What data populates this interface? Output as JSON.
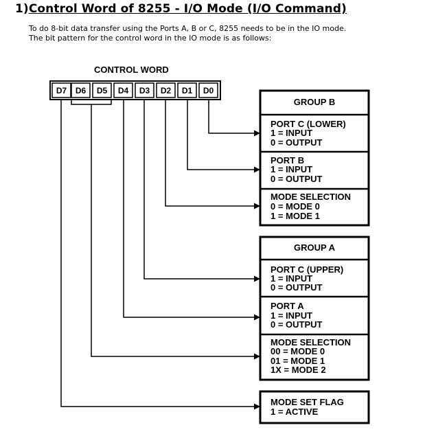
{
  "heading": {
    "number": "1)",
    "title": "Control Word of 8255 - I/O Mode (I/O Command)"
  },
  "intro": {
    "line1": "To do 8-bit data transfer using the Ports A, B or C, 8255 needs to be in the IO mode.",
    "line2": "The bit pattern for the control word in the IO mode is as follows:"
  },
  "diagram": {
    "control_word_label": "CONTROL WORD",
    "bits": [
      "D7",
      "D6",
      "D5",
      "D4",
      "D3",
      "D2",
      "D1",
      "D0"
    ],
    "group_b": {
      "title": "GROUP B",
      "port_c_lower": {
        "lines": [
          "PORT C (LOWER)",
          "1 = INPUT",
          "0 = OUTPUT"
        ]
      },
      "port_b": {
        "lines": [
          "PORT B",
          "1 = INPUT",
          "0 = OUTPUT"
        ]
      },
      "mode_selection": {
        "lines": [
          "MODE SELECTION",
          "0 = MODE 0",
          "1 = MODE 1"
        ]
      }
    },
    "group_a": {
      "title": "GROUP A",
      "port_c_upper": {
        "lines": [
          "PORT C (UPPER)",
          "1 = INPUT",
          "0 = OUTPUT"
        ]
      },
      "port_a": {
        "lines": [
          "PORT A",
          "1 = INPUT",
          "0 = OUTPUT"
        ]
      },
      "mode_selection": {
        "lines": [
          "MODE SELECTION",
          "00 = MODE 0",
          "01 = MODE 1",
          "1X = MODE 2"
        ]
      }
    },
    "mode_set_flag": {
      "lines": [
        "MODE SET FLAG",
        "1 = ACTIVE"
      ]
    }
  }
}
